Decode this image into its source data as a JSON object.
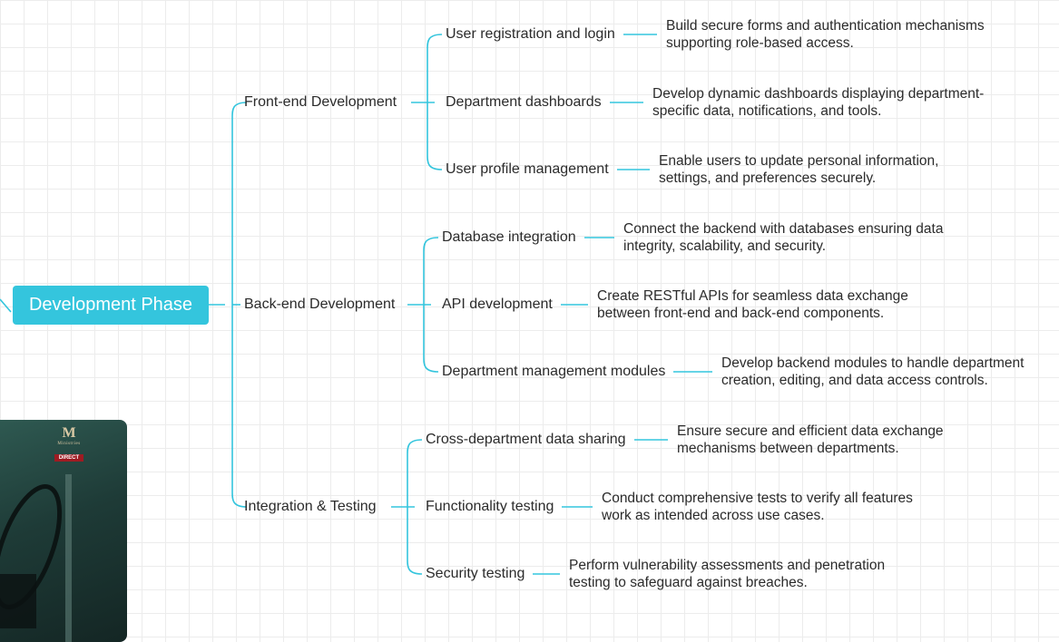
{
  "root": {
    "label": "Development Phase"
  },
  "colors": {
    "accent": "#34c5dd",
    "text": "#2b2b2b"
  },
  "branches": [
    {
      "label": "Front-end Development",
      "children": [
        {
          "label": "User registration and login",
          "detail": "Build secure forms and authentication mechanisms\nsupporting role-based access."
        },
        {
          "label": "Department dashboards",
          "detail": "Develop dynamic dashboards displaying department-\nspecific data, notifications, and tools."
        },
        {
          "label": "User profile management",
          "detail": "Enable users to update personal information,\nsettings, and preferences securely."
        }
      ]
    },
    {
      "label": "Back-end Development",
      "children": [
        {
          "label": "Database integration",
          "detail": "Connect the backend with databases ensuring data\nintegrity, scalability, and security."
        },
        {
          "label": "API development",
          "detail": "Create RESTful APIs for seamless data exchange\nbetween front-end and back-end components."
        },
        {
          "label": "Department management modules",
          "detail": "Develop backend modules to handle department\ncreation, editing, and data access controls."
        }
      ]
    },
    {
      "label": "Integration & Testing",
      "children": [
        {
          "label": "Cross-department data sharing",
          "detail": "Ensure secure and efficient data exchange\nmechanisms between departments."
        },
        {
          "label": "Functionality testing",
          "detail": "Conduct comprehensive tests to verify all features\nwork as intended across use cases."
        },
        {
          "label": "Security testing",
          "detail": "Perform vulnerability assessments and penetration\ntesting to safeguard against breaches."
        }
      ]
    }
  ],
  "thumbnail": {
    "monogram": "M",
    "brand": "Ministries",
    "badge": "DIRECT"
  }
}
